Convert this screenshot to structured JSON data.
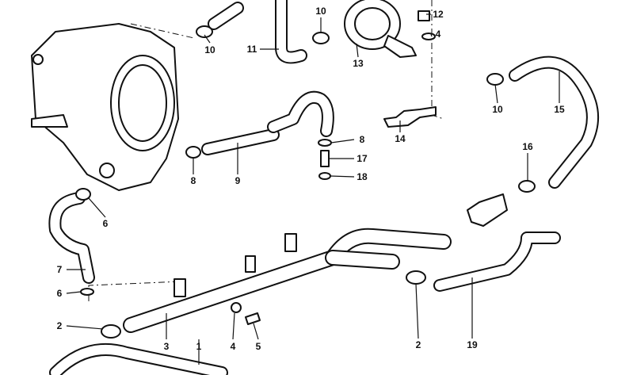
{
  "diagram": {
    "callouts": [
      "10",
      "10",
      "11",
      "12",
      "4",
      "13",
      "10",
      "15",
      "14",
      "8",
      "17",
      "18",
      "16",
      "8",
      "9",
      "6",
      "7",
      "6",
      "2",
      "3",
      "1",
      "4",
      "5",
      "2",
      "19"
    ]
  },
  "colors": {
    "line": "#111111",
    "background": "#ffffff"
  }
}
